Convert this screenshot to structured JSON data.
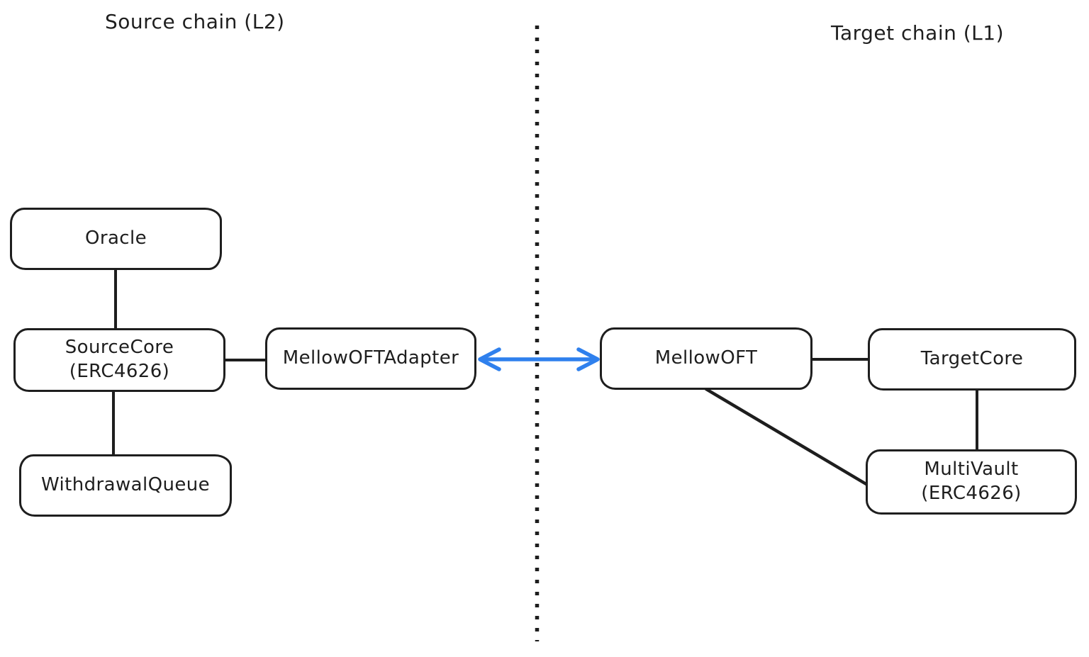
{
  "titles": {
    "source": "Source chain (L2)",
    "target": "Target chain (L1)"
  },
  "colors": {
    "stroke": "#1e1e1e",
    "node_fill": "#ffffff",
    "bridge_arrow_blue": "#2f80ed",
    "background": "#ffffff"
  },
  "nodes": [
    {
      "id": "oracle",
      "chain": "source",
      "label": "Oracle"
    },
    {
      "id": "source-core",
      "chain": "source",
      "label": "SourceCore\n(ERC4626)"
    },
    {
      "id": "withdrawal-queue",
      "chain": "source",
      "label": "WithdrawalQueue"
    },
    {
      "id": "mellow-oft-adapter",
      "chain": "source",
      "label": "MellowOFTAdapter"
    },
    {
      "id": "mellow-oft",
      "chain": "target",
      "label": "MellowOFT"
    },
    {
      "id": "target-core",
      "chain": "target",
      "label": "TargetCore"
    },
    {
      "id": "multi-vault",
      "chain": "target",
      "label": "MultiVault\n(ERC4626)"
    }
  ],
  "edges": [
    {
      "from": "oracle",
      "to": "source-core",
      "style": "solid-line"
    },
    {
      "from": "source-core",
      "to": "withdrawal-queue",
      "style": "solid-line"
    },
    {
      "from": "source-core",
      "to": "mellow-oft-adapter",
      "style": "solid-line"
    },
    {
      "from": "mellow-oft-adapter",
      "to": "mellow-oft",
      "style": "blue-double-headed-arrow"
    },
    {
      "from": "mellow-oft",
      "to": "target-core",
      "style": "solid-line"
    },
    {
      "from": "target-core",
      "to": "multi-vault",
      "style": "solid-line"
    },
    {
      "from": "mellow-oft",
      "to": "multi-vault",
      "style": "solid-line"
    }
  ],
  "divider": {
    "type": "vertical-dotted-line",
    "separates": "source chain (L2) | target chain (L1)"
  }
}
